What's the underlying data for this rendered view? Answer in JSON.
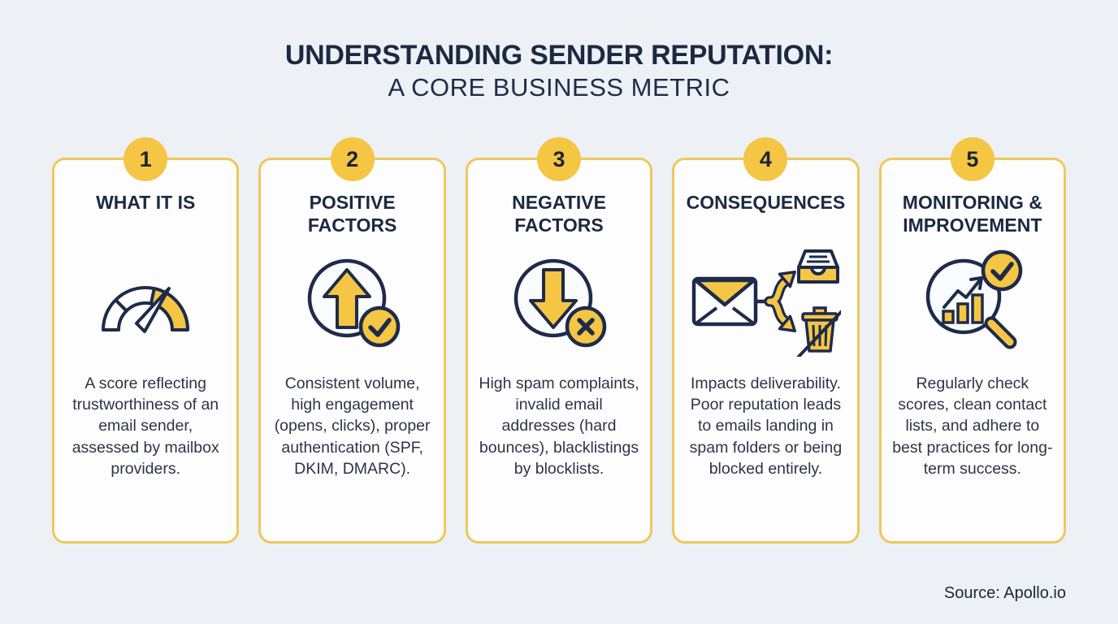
{
  "page": {
    "title_line1": "UNDERSTANDING SENDER REPUTATION:",
    "title_line2": "A CORE BUSINESS METRIC",
    "source": "Source: Apollo.io"
  },
  "colors": {
    "background": "#edf0f5",
    "card_background": "#fdfdfe",
    "card_border": "#eec85b",
    "accent_yellow": "#f5c544",
    "navy": "#1e2b4a"
  },
  "cards": [
    {
      "number": "1",
      "title": "WHAT IT IS",
      "icon": "gauge-icon",
      "body": "A score reflecting trustworthiness of an email sender, assessed by mailbox providers."
    },
    {
      "number": "2",
      "title": "POSITIVE FACTORS",
      "icon": "arrow-up-check-icon",
      "body": "Consistent volume, high engagement (opens, clicks), proper authentication (SPF, DKIM, DMARC)."
    },
    {
      "number": "3",
      "title": "NEGATIVE FACTORS",
      "icon": "arrow-down-x-icon",
      "body": "High spam complaints, invalid email addresses (hard bounces), blacklistings by blocklists."
    },
    {
      "number": "4",
      "title": "CONSEQUENCES",
      "icon": "email-split-inbox-trash-icon",
      "body": "Impacts deliverability. Poor reputation leads to emails landing in spam folders or being blocked entirely."
    },
    {
      "number": "5",
      "title": "MONITORING & IMPROVEMENT",
      "icon": "magnifier-chart-check-icon",
      "body": "Regularly check scores, clean contact lists, and adhere to best practices for long-term success."
    }
  ]
}
